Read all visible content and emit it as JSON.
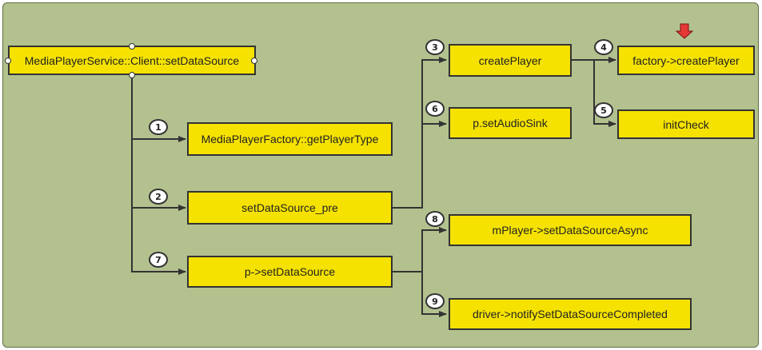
{
  "diagram": {
    "root": "MediaPlayerService::Client::setDataSource",
    "nodes": {
      "get_player_type": "MediaPlayerFactory::getPlayerType",
      "set_data_source_pre": "setDataSource_pre",
      "p_set_data_source": "p->setDataSource",
      "create_player": "createPlayer",
      "set_audio_sink": "p.setAudioSink",
      "factory_create_player": "factory->createPlayer",
      "init_check": "initCheck",
      "set_data_source_async": "mPlayer->setDataSourceAsync",
      "notify_completed": "driver->notifySetDataSourceCompleted"
    },
    "steps": [
      "1",
      "2",
      "3",
      "4",
      "5",
      "6",
      "7",
      "8",
      "9"
    ],
    "colors": {
      "background": "#b3c18f",
      "node_fill": "#f5e200",
      "line": "#333333",
      "marker": "#e53935"
    },
    "marker_icon": "down-arrow-icon"
  }
}
